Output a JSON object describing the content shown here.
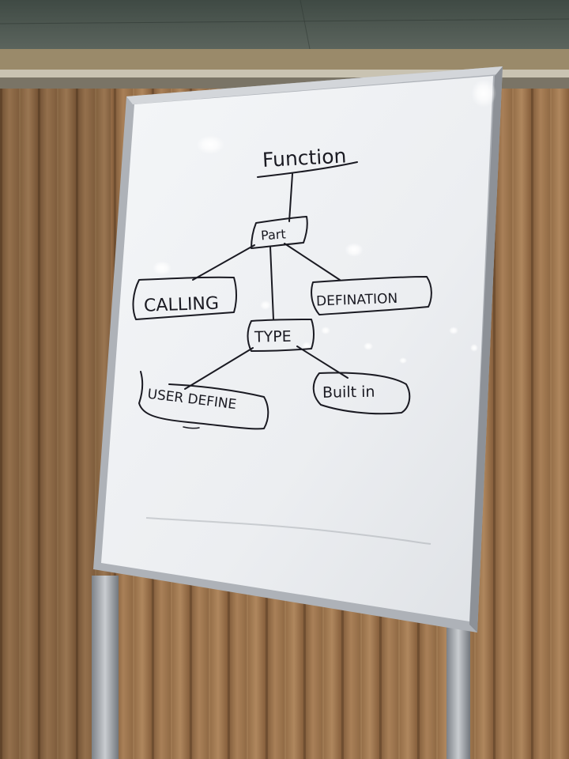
{
  "whiteboard": {
    "title": "Function",
    "nodes": {
      "part": "Part",
      "calling": "CALLING",
      "defination": "DEFINATION",
      "type": "TYPE",
      "user_define": "USER DEFINE",
      "built_in": "Built in"
    }
  },
  "colors": {
    "curtain": "#b8865a",
    "board": "#eef0f2",
    "frame": "#b8bcc2",
    "ink": "#1a1a22"
  }
}
